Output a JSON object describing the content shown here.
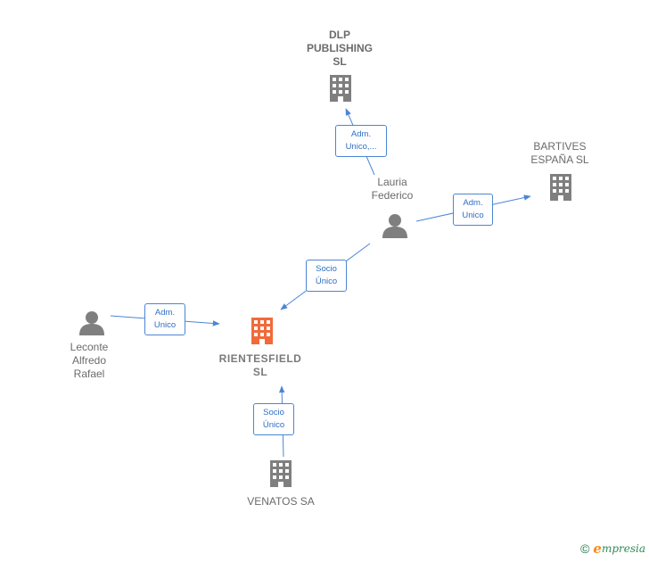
{
  "nodes": {
    "dlp": {
      "label": "DLP\nPUBLISHING\nSL",
      "type": "company"
    },
    "bartives": {
      "label": "BARTIVES\nESPAÑA  SL",
      "type": "company"
    },
    "lauria": {
      "label": "Lauria\nFederico",
      "type": "person"
    },
    "leconte": {
      "label": "Leconte\nAlfredo\nRafael",
      "type": "person"
    },
    "rientesfield": {
      "label": "RIENTESFIELD\nSL",
      "type": "company-main"
    },
    "venatos": {
      "label": "VENATOS SA",
      "type": "company"
    }
  },
  "edges": {
    "lauria_dlp": {
      "label": "Adm.\nUnico,..."
    },
    "lauria_bartives": {
      "label": "Adm.\nUnico"
    },
    "lauria_rientesfield": {
      "label": "Socio\nÚnico"
    },
    "leconte_rientesfield": {
      "label": "Adm.\nUnico"
    },
    "venatos_rientesfield": {
      "label": "Socio\nÚnico"
    }
  },
  "colors": {
    "edge": "#4a86d4",
    "icon": "#7f7f7f",
    "main_icon": "#f26a3a"
  },
  "footer": {
    "copyright": "©",
    "brand_initial": "e",
    "brand_rest": "mpresia"
  }
}
